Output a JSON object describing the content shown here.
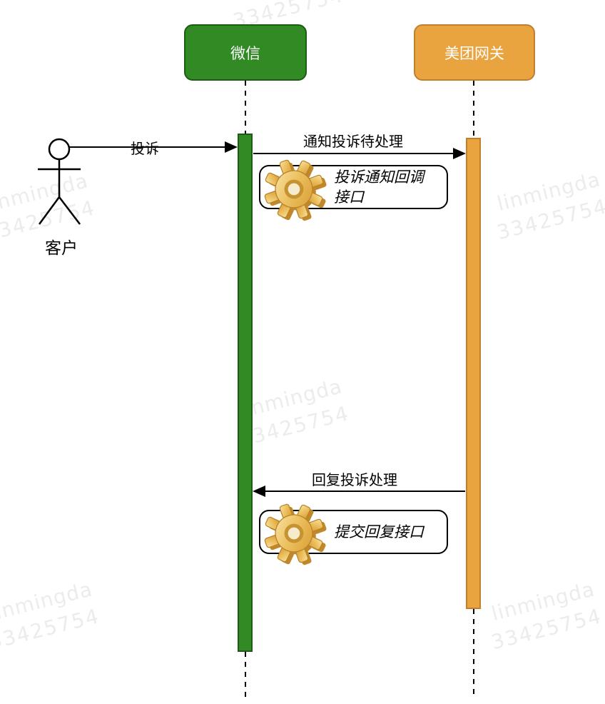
{
  "watermark": {
    "line1": "linmingda",
    "line2": "33425754",
    "color": "#ECECEC"
  },
  "actor": {
    "label": "客户"
  },
  "participants": [
    {
      "id": "wechat",
      "label": "微信",
      "fill": "#318A24",
      "border": "#1E5B13"
    },
    {
      "id": "meituan",
      "label": "美团网关",
      "fill": "#E9A440",
      "border": "#C17F2A"
    }
  ],
  "messages": [
    {
      "label": "投诉",
      "from": "客户",
      "to": "微信",
      "direction": "right"
    },
    {
      "label": "通知投诉待处理",
      "from": "微信",
      "to": "美团网关",
      "direction": "right"
    },
    {
      "label": "回复投诉处理",
      "from": "美团网关",
      "to": "微信",
      "direction": "left"
    }
  ],
  "notes": [
    {
      "icon": "gear-icon",
      "text": "投诉通知回调接口",
      "line1": "投诉通知回调",
      "line2": "接口"
    },
    {
      "icon": "gear-icon",
      "text": "提交回复接口",
      "line1": "提交回复接口",
      "line2": ""
    }
  ],
  "gear_colors": {
    "light": "#F8E3A6",
    "mid": "#EDC262",
    "dark": "#D89C33",
    "depth": "#C0882A"
  },
  "line_color": "#000000",
  "background": "#FFFFFF"
}
